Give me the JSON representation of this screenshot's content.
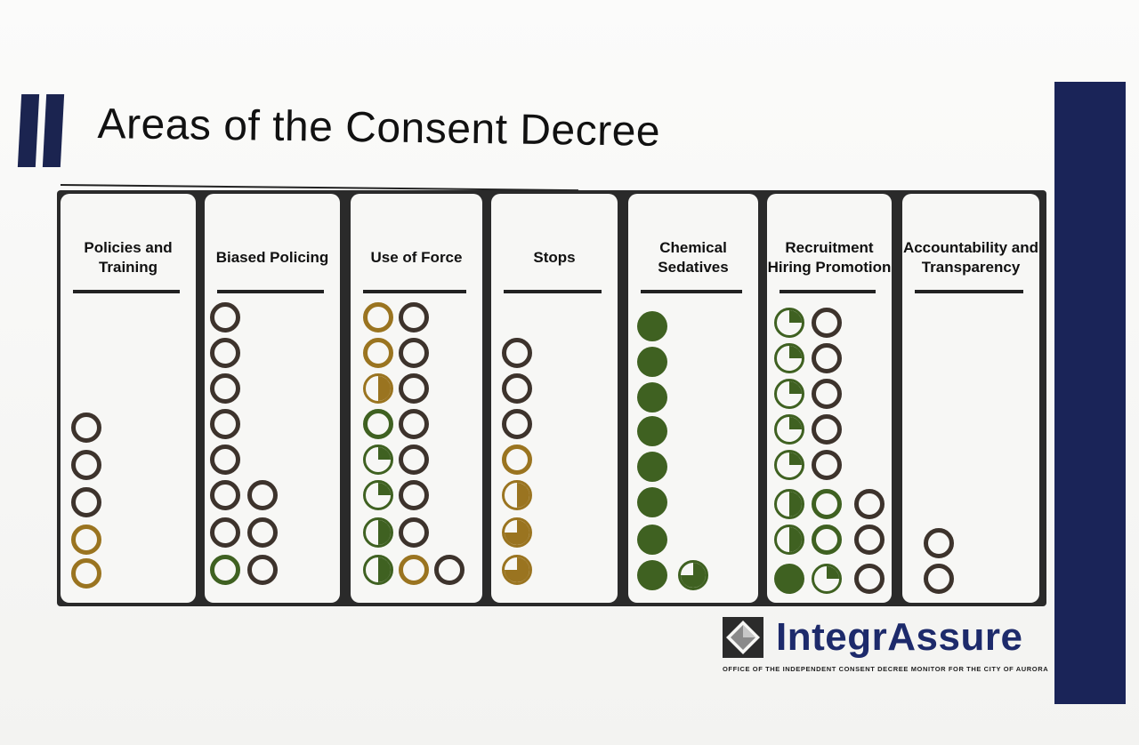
{
  "title": "Areas of the Consent Decree",
  "colors": {
    "navy": "#1a2458",
    "ring_dark": "#3d332c",
    "gold": "#9a7420",
    "green": "#3f6121"
  },
  "columns": [
    {
      "heading": "Policies and Training",
      "rows": [
        [
          "ring"
        ],
        [
          "ring"
        ],
        [
          "ring"
        ],
        [
          "ring-gold"
        ],
        [
          "ring-gold"
        ]
      ]
    },
    {
      "heading": "Biased Policing",
      "rows": [
        [
          "ring"
        ],
        [
          "ring"
        ],
        [
          "ring"
        ],
        [
          "ring"
        ],
        [
          "ring"
        ],
        [
          "ring",
          "ring"
        ],
        [
          "ring",
          "ring"
        ],
        [
          "ring-green",
          "ring"
        ]
      ]
    },
    {
      "heading": "Use of Force",
      "rows": [
        [
          "ring-gold",
          "ring"
        ],
        [
          "ring-gold",
          "ring"
        ],
        [
          "half-gold",
          "ring"
        ],
        [
          "ring-green",
          "ring"
        ],
        [
          "quarter-green",
          "ring"
        ],
        [
          "quarter-green",
          "ring"
        ],
        [
          "half-green",
          "ring"
        ],
        [
          "half-green",
          "ring-gold",
          "ring"
        ]
      ]
    },
    {
      "heading": "Stops",
      "rows": [
        [
          "ring"
        ],
        [
          "ring"
        ],
        [
          "ring"
        ],
        [
          "ring-gold"
        ],
        [
          "half-gold"
        ],
        [
          "three-quarter-gold"
        ],
        [
          "three-quarter-gold"
        ]
      ]
    },
    {
      "heading": "Chemical Sedatives",
      "rows": [
        [
          "full-green"
        ],
        [
          "full-green"
        ],
        [
          "full-green"
        ],
        [
          "full-green"
        ],
        [
          "full-green"
        ],
        [
          "full-green"
        ],
        [
          "full-green"
        ],
        [
          "full-green",
          "three-quarter-green"
        ]
      ]
    },
    {
      "heading": "Recruitment Hiring Promotion",
      "rows": [
        [
          "quarter-green",
          "ring"
        ],
        [
          "quarter-green",
          "ring"
        ],
        [
          "quarter-green",
          "ring"
        ],
        [
          "quarter-green",
          "ring"
        ],
        [
          "quarter-green",
          "ring"
        ],
        [
          "half-green",
          "ring-green",
          "ring"
        ],
        [
          "half-green",
          "ring-green",
          "ring"
        ],
        [
          "full-green",
          "quarter-green",
          "ring"
        ]
      ]
    },
    {
      "heading": "Accountability and Transparency",
      "rows": [
        [
          "ring"
        ],
        [
          "ring"
        ]
      ]
    }
  ],
  "logo": {
    "name": "IntegrAssure",
    "tagline": "OFFICE OF THE INDEPENDENT CONSENT DECREE MONITOR FOR THE CITY OF AURORA",
    "mark_icon": "diamond-logo-icon"
  }
}
